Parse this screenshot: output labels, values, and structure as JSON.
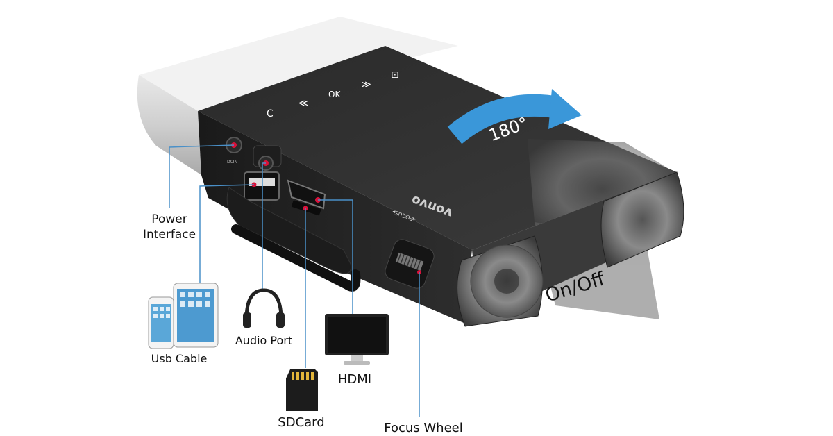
{
  "callouts": {
    "power": {
      "line1": "Power",
      "line2": "Interface"
    },
    "usb": "Usb Cable",
    "audio": "Audio Port",
    "sdcard": "SDCard",
    "hdmi": "HDMI",
    "focus": "Focus Wheel",
    "onoff": "On/Off",
    "rotation": "180°"
  },
  "device": {
    "port_labels": {
      "dcin": "DCIN",
      "focus": "◂FOCUS▸"
    },
    "brand": "vonvo",
    "top_buttons": [
      "C",
      "≪",
      "OK",
      "≫",
      "⊡"
    ]
  },
  "colors": {
    "callout_line": "#4a90c8",
    "rotation_arrow": "#3a97d9",
    "marker": "#d8123a"
  }
}
